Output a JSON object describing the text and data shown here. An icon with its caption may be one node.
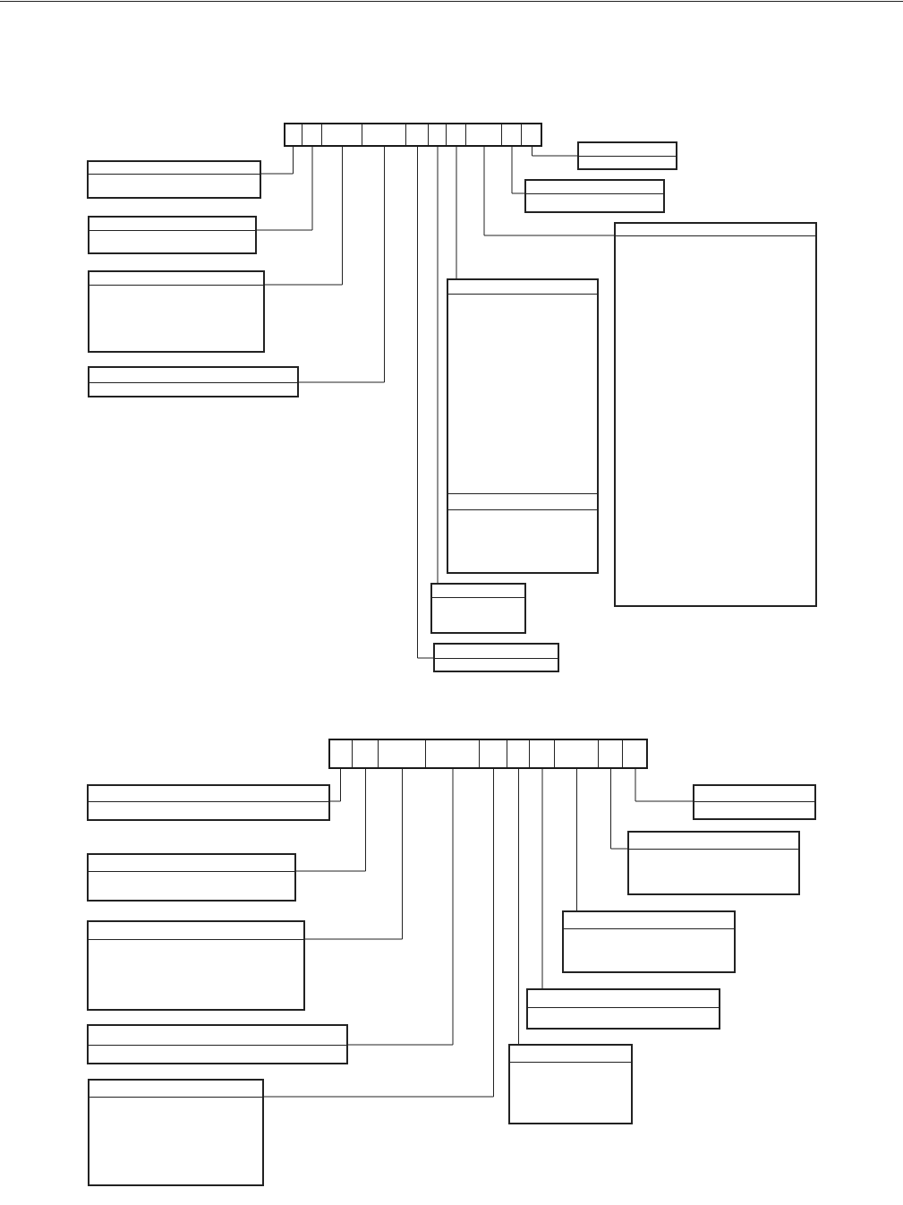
{
  "diagram": {
    "nodes": [
      {
        "text": [],
        "shape": "bar"
      },
      {
        "text": [],
        "shape": "box",
        "in": 0
      },
      {
        "text": [],
        "shape": "box",
        "in": 0
      },
      {
        "text": [],
        "shape": "box",
        "in": 0
      },
      {
        "text": [],
        "shape": "box",
        "in": 0
      },
      {
        "text": [],
        "shape": "box",
        "in": 0
      },
      {
        "text": [],
        "shape": "box",
        "in": 0
      },
      {
        "text": [],
        "shape": "box",
        "in": 0
      },
      {
        "text": [],
        "shape": "box",
        "in": 0
      },
      {
        "text": [],
        "shape": "box",
        "in": 0
      },
      {
        "text": [],
        "shape": "box",
        "in": 0
      },
      {
        "text": [],
        "shape": "box"
      },
      {
        "text": [],
        "shape": "box"
      },
      {
        "text": [],
        "shape": "box"
      },
      {
        "text": [],
        "shape": "box"
      },
      {
        "text": [],
        "shape": "box"
      },
      {
        "text": [],
        "shape": "box"
      },
      {
        "text": [],
        "shape": "box"
      },
      {
        "text": [],
        "shape": "box"
      },
      {
        "text": [],
        "shape": "box"
      },
      {
        "text": [],
        "shape": "box"
      },
      {
        "text": [],
        "shape": "bar"
      },
      {
        "text": [],
        "shape": "box",
        "in": 21
      },
      {
        "text": [],
        "shape": "box",
        "in": 21
      },
      {
        "text": [],
        "shape": "box",
        "in": 21
      },
      {
        "text": [],
        "shape": "box",
        "in": 21
      },
      {
        "text": [],
        "shape": "box",
        "in": 21
      },
      {
        "text": [],
        "shape": "box",
        "in": 21
      },
      {
        "text": [],
        "shape": "box",
        "in": 21
      },
      {
        "text": [],
        "shape": "box",
        "in": 21
      },
      {
        "text": [],
        "shape": "box",
        "in": 21
      },
      {
        "text": [],
        "shape": "box",
        "in": 21
      },
      {
        "text": [],
        "shape": "box"
      },
      {
        "text": [],
        "shape": "box"
      },
      {
        "text": [],
        "shape": "box"
      },
      {
        "text": [],
        "shape": "box"
      },
      {
        "text": [],
        "shape": "box"
      },
      {
        "text": [],
        "shape": "box"
      },
      {
        "text": [],
        "shape": "box"
      },
      {
        "text": [],
        "shape": "box"
      },
      {
        "text": [],
        "shape": "box"
      },
      {
        "text": [],
        "shape": "box"
      }
    ],
    "edges": [
      {
        "from": 1,
        "to": 11,
        "arrow": "none"
      },
      {
        "from": 2,
        "to": 12,
        "arrow": "none"
      },
      {
        "from": 3,
        "to": 13,
        "arrow": "none"
      },
      {
        "from": 4,
        "to": 14,
        "arrow": "none"
      },
      {
        "from": 5,
        "to": 15,
        "arrow": "none"
      },
      {
        "from": 6,
        "to": 16,
        "arrow": "none"
      },
      {
        "from": 7,
        "to": 17,
        "arrow": "none"
      },
      {
        "from": 8,
        "to": 18,
        "arrow": "none"
      },
      {
        "from": 9,
        "to": 19,
        "arrow": "none"
      },
      {
        "from": 10,
        "to": 20,
        "arrow": "none"
      },
      {
        "from": 22,
        "to": 32,
        "arrow": "none"
      },
      {
        "from": 23,
        "to": 33,
        "arrow": "none"
      },
      {
        "from": 24,
        "to": 34,
        "arrow": "none"
      },
      {
        "from": 25,
        "to": 35,
        "arrow": "none"
      },
      {
        "from": 26,
        "to": 36,
        "arrow": "none"
      },
      {
        "from": 27,
        "to": 37,
        "arrow": "none"
      },
      {
        "from": 28,
        "to": 38,
        "arrow": "none"
      },
      {
        "from": 29,
        "to": 39,
        "arrow": "none"
      },
      {
        "from": 30,
        "to": 40,
        "arrow": "none"
      },
      {
        "from": 31,
        "to": 41,
        "arrow": "none"
      }
    ]
  }
}
